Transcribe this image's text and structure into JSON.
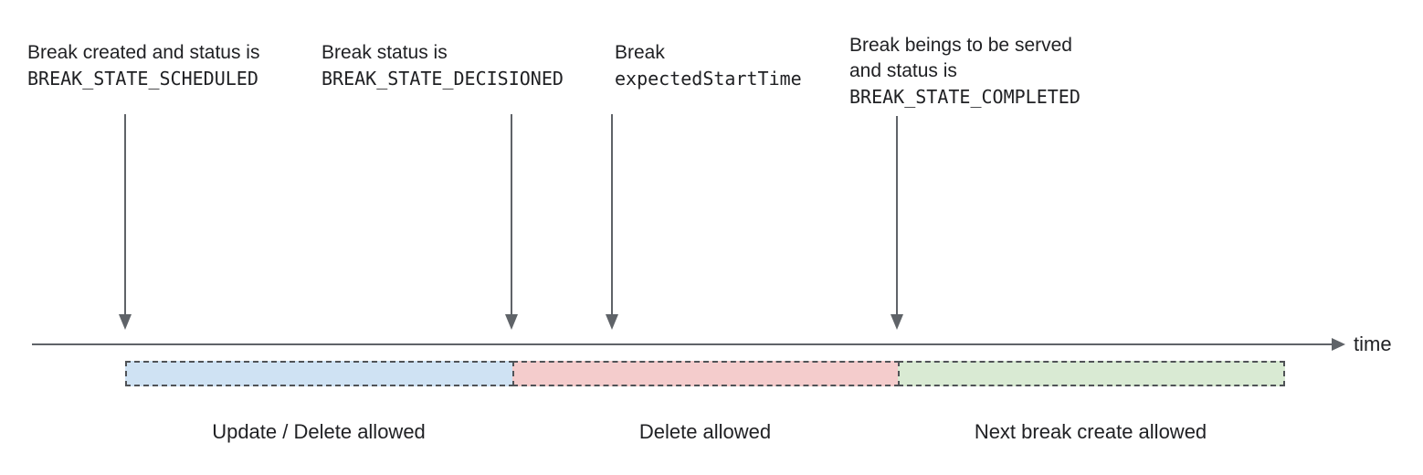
{
  "annotations": [
    {
      "lines": [
        "Break created and status is"
      ],
      "code": "BREAK_STATE_SCHEDULED"
    },
    {
      "lines": [
        "Break status is"
      ],
      "code": "BREAK_STATE_DECISIONED"
    },
    {
      "lines": [
        "Break"
      ],
      "code": "expectedStartTime"
    },
    {
      "lines": [
        "Break beings to be served",
        "and status is"
      ],
      "code": "BREAK_STATE_COMPLETED"
    }
  ],
  "timeline": {
    "axis_label": "time"
  },
  "segments": [
    {
      "label": "Update / Delete allowed",
      "fill": "#cfe2f3"
    },
    {
      "label": "Delete allowed",
      "fill": "#f4cccc"
    },
    {
      "label": "Next break create allowed",
      "fill": "#d9ead3"
    }
  ],
  "colors": {
    "text": "#202124",
    "arrow": "#5f6368",
    "dashed_border": "#505357"
  }
}
